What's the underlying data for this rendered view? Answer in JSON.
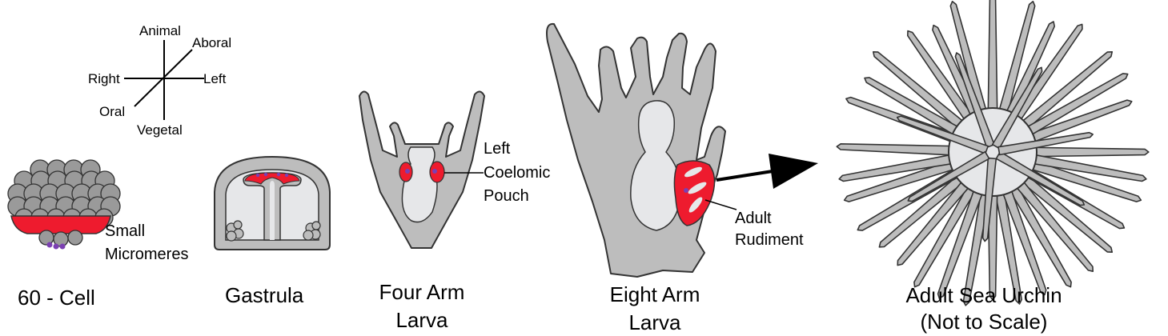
{
  "colors": {
    "tissue": "#bdbdbd",
    "cavity": "#e6e7e9",
    "cell": "#9a9a9a",
    "red": "#ee1b2e",
    "micromere": "#7b3fb2",
    "outline": "#333333"
  },
  "axes": {
    "animal": "Animal",
    "aboral": "Aboral",
    "right": "Right",
    "left": "Left",
    "oral": "Oral",
    "vegetal": "Vegetal"
  },
  "annotations": {
    "small": "Small",
    "micromeres": "Micromeres",
    "left": "Left",
    "coelomic": "Coelomic",
    "pouch": "Pouch",
    "adult": "Adult",
    "rudiment": "Rudiment"
  },
  "stages": {
    "cell60": "60 - Cell",
    "gastrula": "Gastrula",
    "four_arm_1": "Four Arm",
    "four_arm_2": "Larva",
    "eight_arm_1": "Eight Arm",
    "eight_arm_2": "Larva",
    "adult_1": "Adult Sea Urchin",
    "adult_2": "(Not to Scale)"
  }
}
